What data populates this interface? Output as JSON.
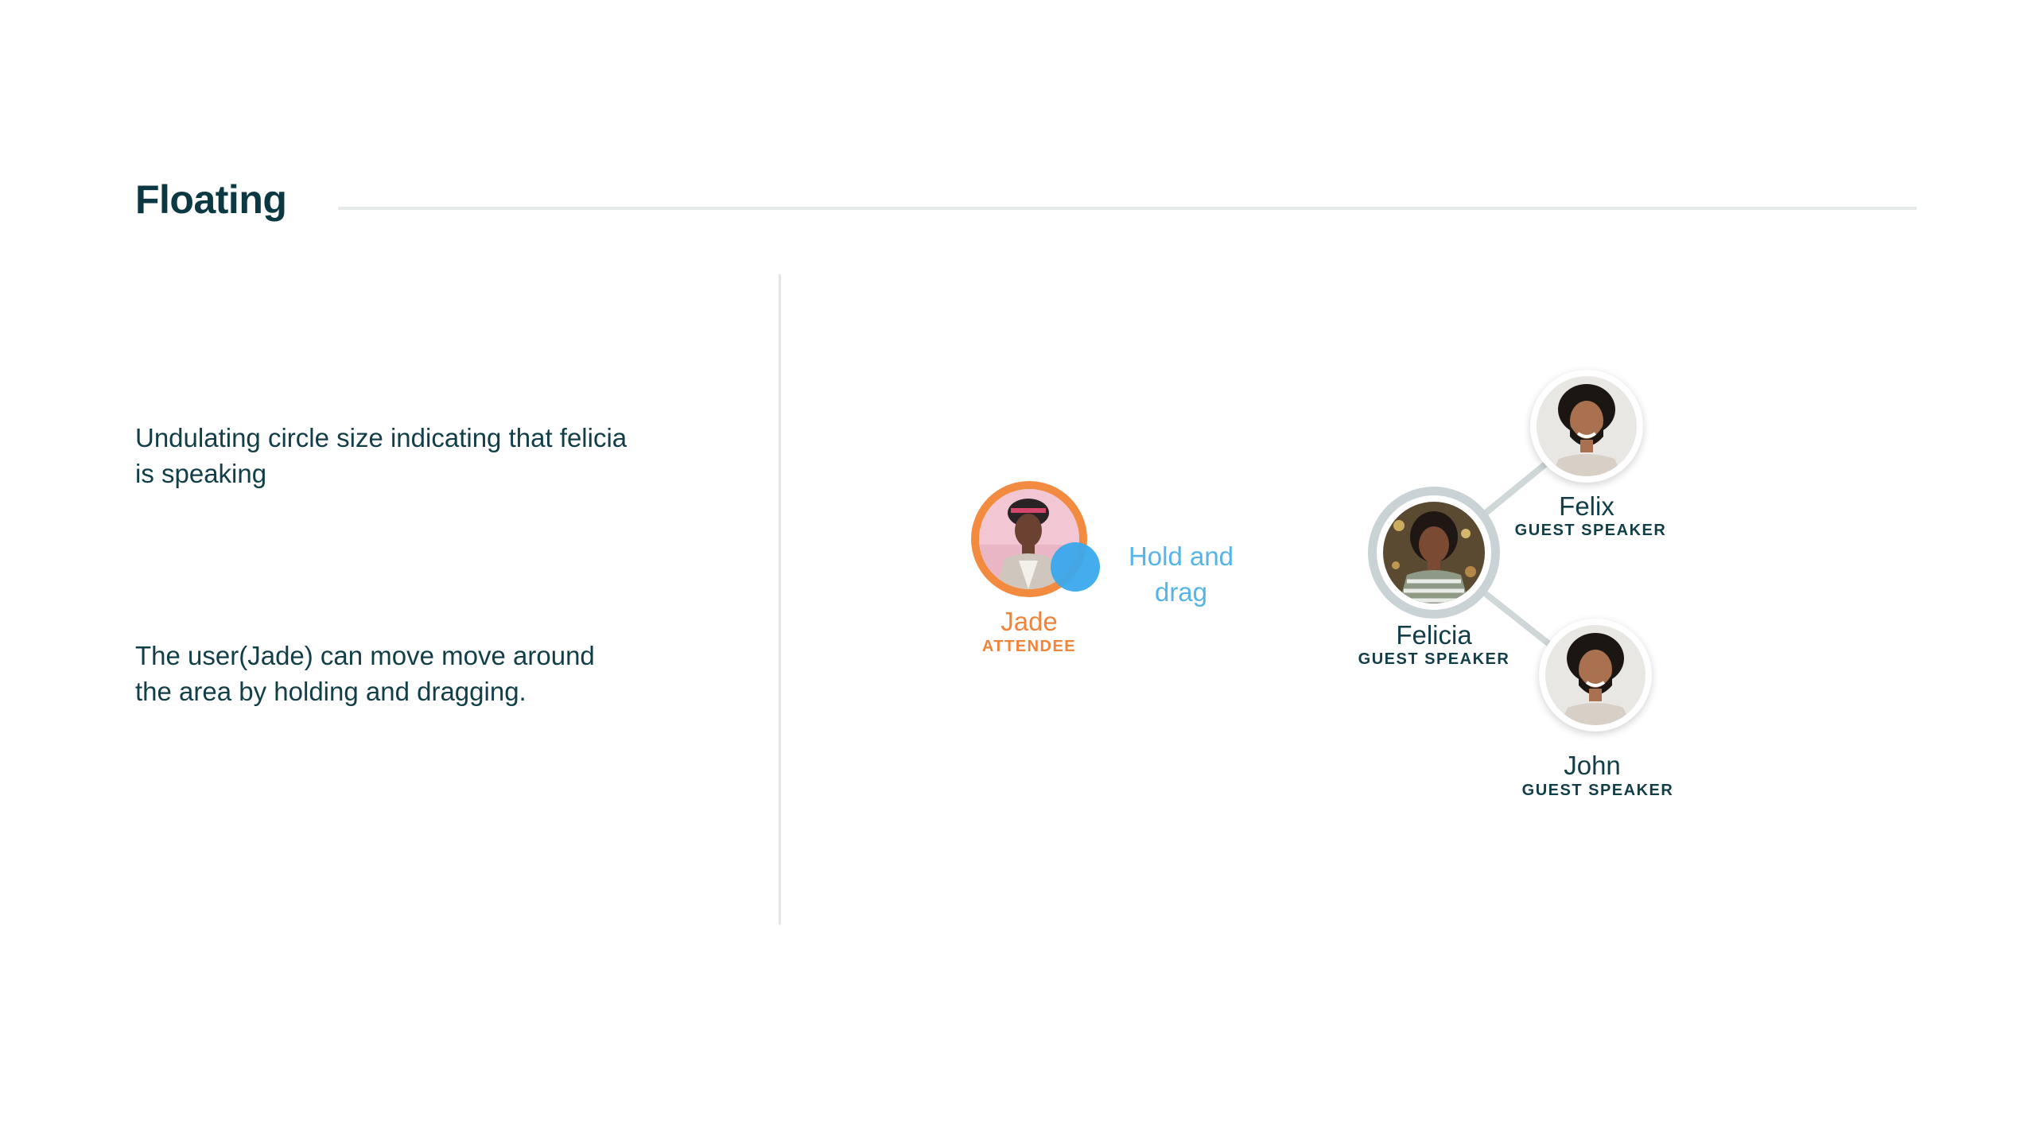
{
  "section": {
    "title": "Floating"
  },
  "descriptions": [
    "Undulating circle size indicating that felicia is speaking",
    "The user(Jade) can move move around the area by holding and dragging."
  ],
  "hint": {
    "text": "Hold and drag",
    "color": "#56b4e6"
  },
  "participants": {
    "jade": {
      "name": "Jade",
      "role": "ATTENDEE",
      "accent": "#f28a3f"
    },
    "felicia": {
      "name": "Felicia",
      "role": "GUEST SPEAKER",
      "speaking": true
    },
    "felix": {
      "name": "Felix",
      "role": "GUEST SPEAKER"
    },
    "john": {
      "name": "John",
      "role": "GUEST SPEAKER"
    }
  },
  "colors": {
    "heading": "#0b3943",
    "body_text": "#123e48",
    "drag_handle": "#3aa9ec",
    "speaking_ring": "#c9d2d4",
    "connector": "#cfd7d9"
  }
}
